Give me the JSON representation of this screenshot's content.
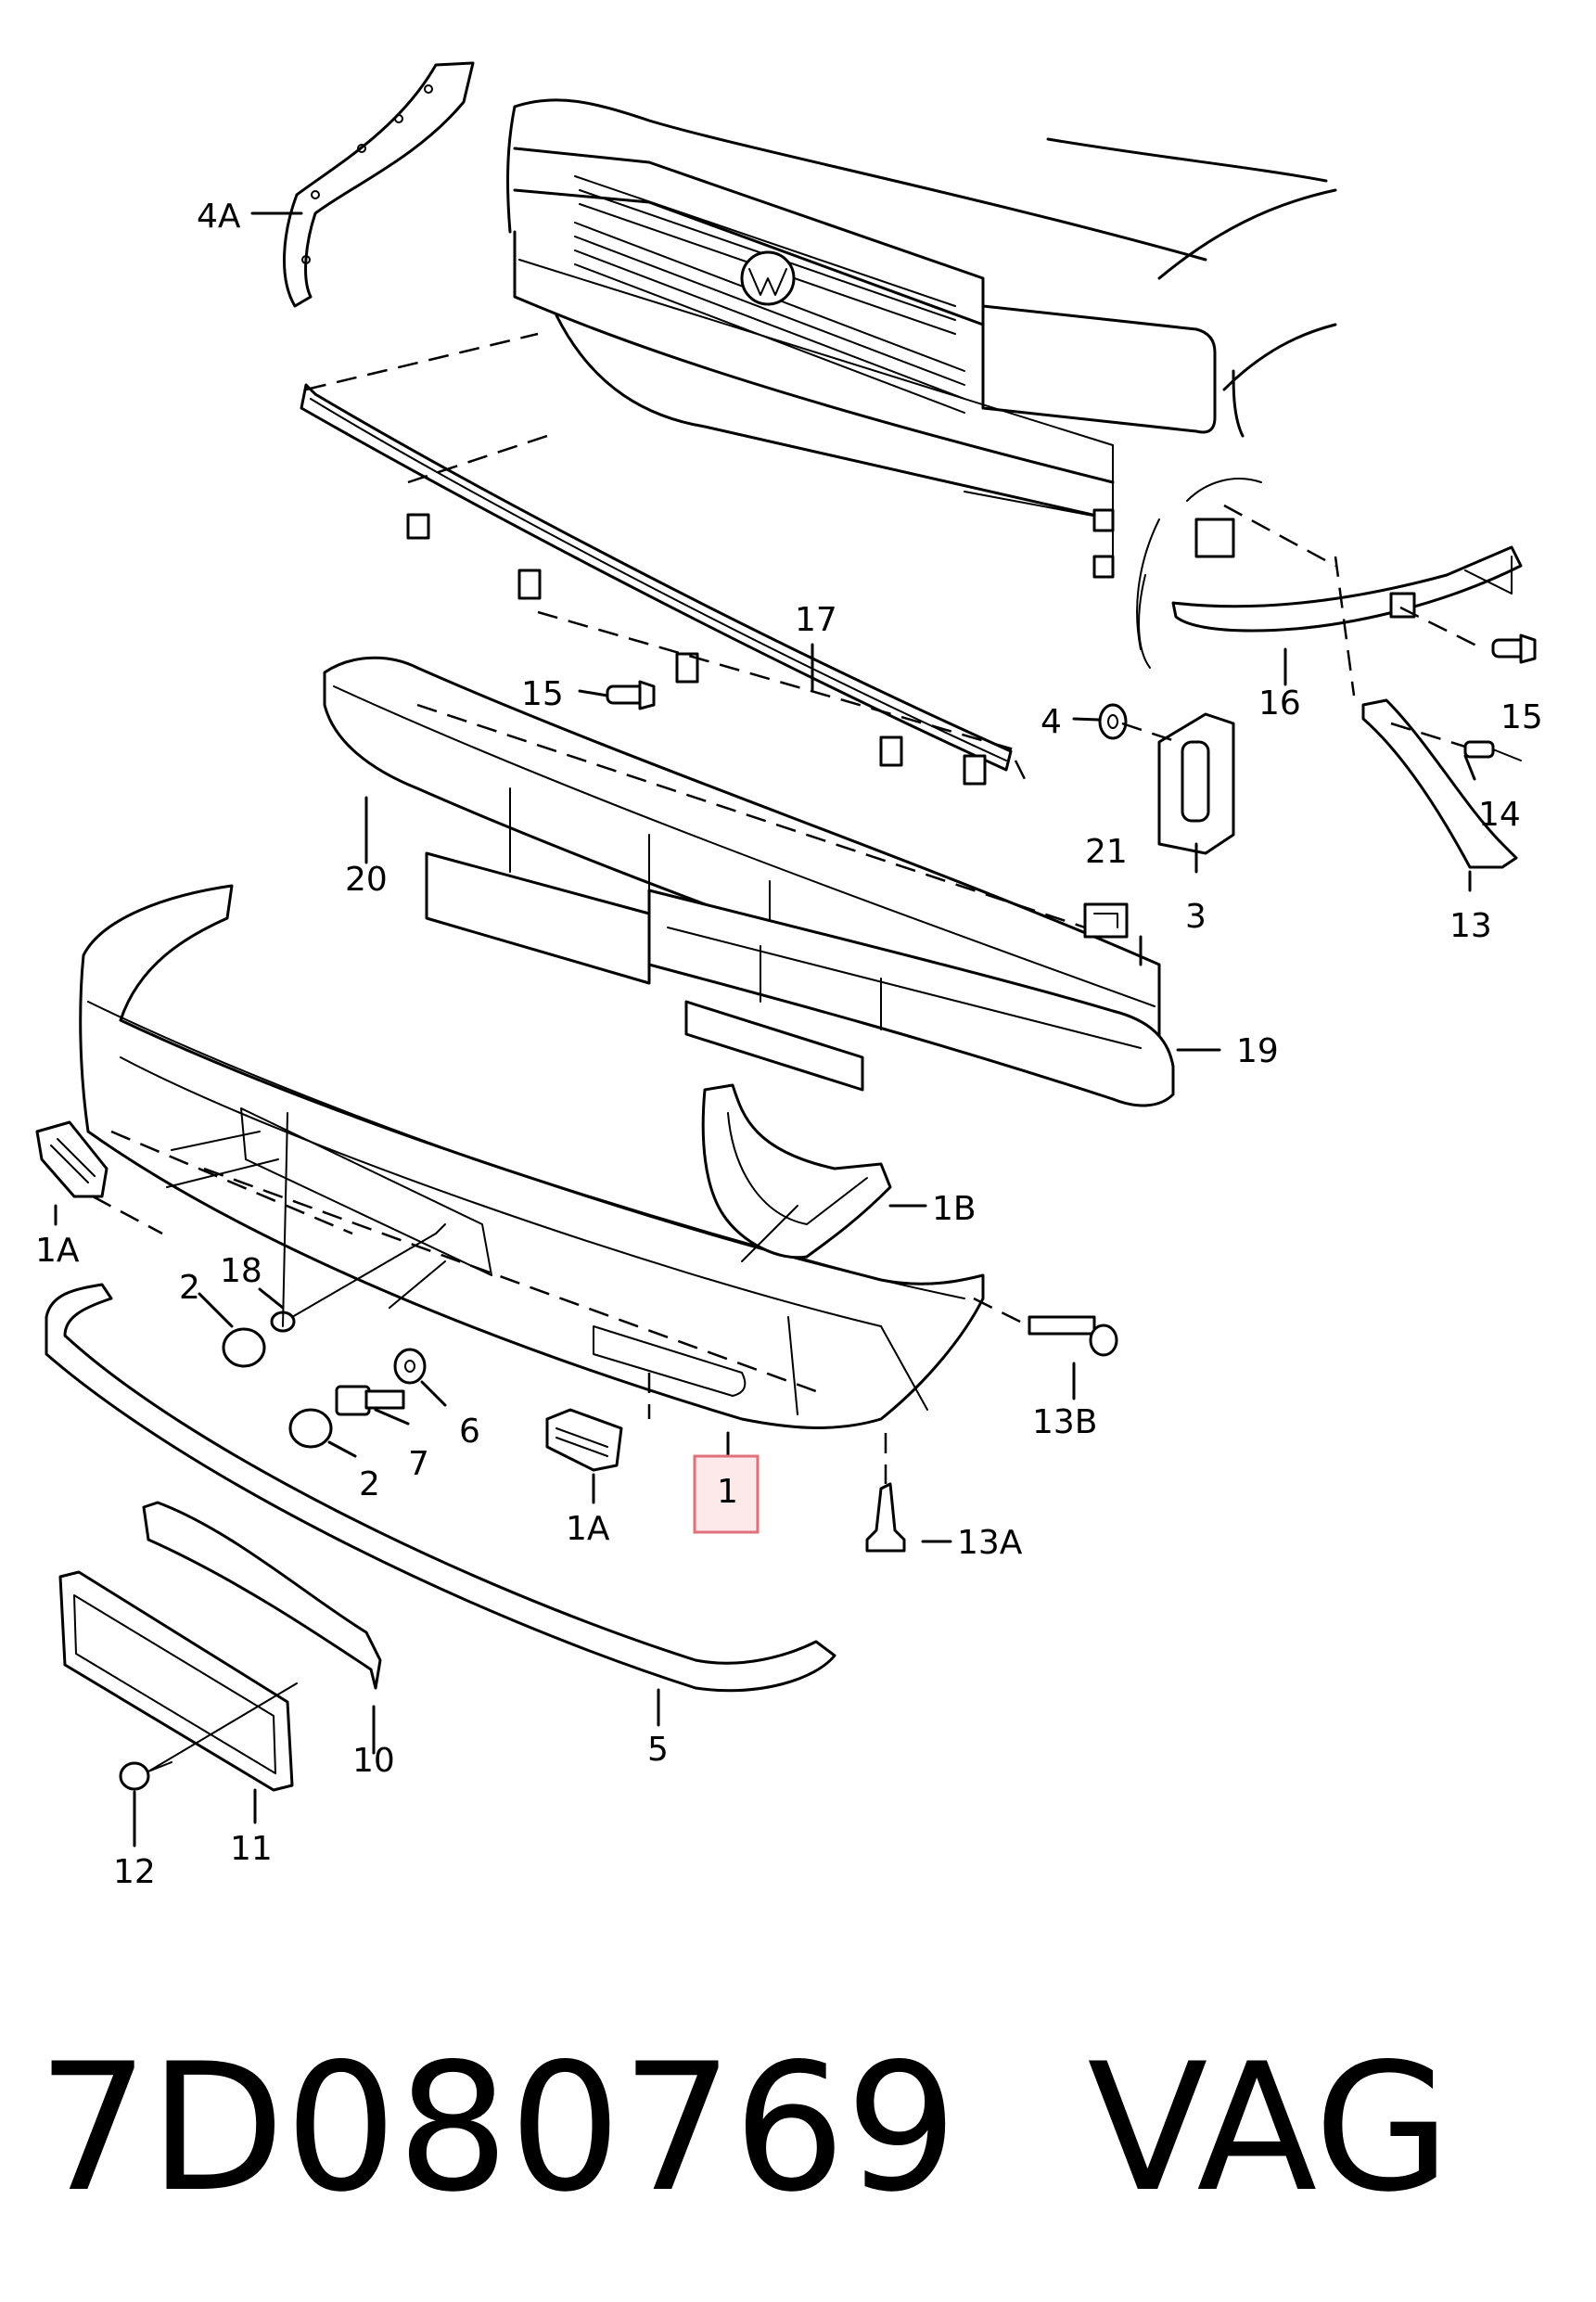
{
  "callouts": {
    "l_4A": "4A",
    "l_17": "17",
    "l_15a": "15",
    "l_15b": "15",
    "l_16": "16",
    "l_4": "4",
    "l_14": "14",
    "l_20": "20",
    "l_21": "21",
    "l_3": "3",
    "l_13": "13",
    "l_19": "19",
    "l_1B": "1B",
    "l_1Aa": "1A",
    "l_18": "18",
    "l_2a": "2",
    "l_6": "6",
    "l_13B": "13B",
    "l_7": "7",
    "l_2b": "2",
    "l_1Ab": "1A",
    "l_1": "1",
    "l_13A": "13A",
    "l_10": "10",
    "l_5": "5",
    "l_12": "12",
    "l_11": "11"
  },
  "highlight": {
    "label": "1",
    "color": "#e0707a"
  },
  "footer": {
    "part_number": "7D080769",
    "vendor": "VAG"
  }
}
